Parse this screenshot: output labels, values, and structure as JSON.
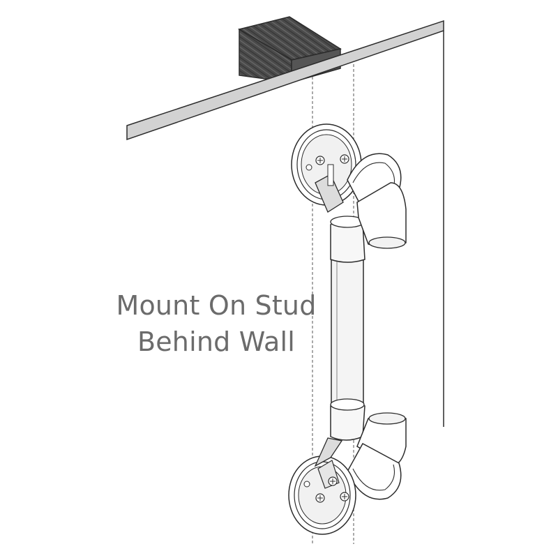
{
  "caption": {
    "line1": "Mount On Stud",
    "line2": "Behind Wall"
  },
  "colors": {
    "line": "#2b2b2b",
    "stud": "#4a4a4a",
    "wall_edge": "#d2d2d2",
    "text": "#6b6b6b"
  },
  "icons": {
    "stud": "wood-stud-block",
    "wall": "wall-panel",
    "bar": "grab-bar",
    "bracket": "wall-flange-bracket",
    "screw": "mounting-screw"
  }
}
